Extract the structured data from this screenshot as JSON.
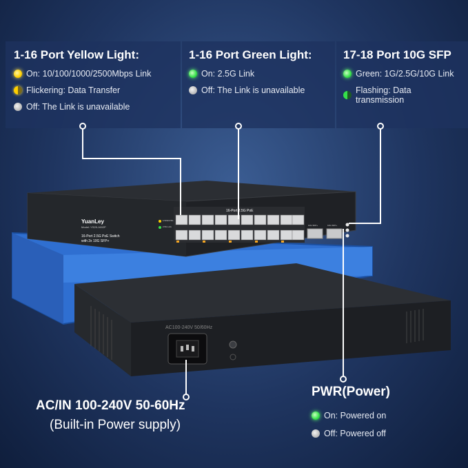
{
  "panels": [
    {
      "title": "1-16 Port Yellow Light:",
      "items": [
        {
          "dot": "yellow",
          "text": "On: 10/100/1000/2500Mbps Link"
        },
        {
          "dot": "half-yellow",
          "text": "Flickering: Data Transfer"
        },
        {
          "dot": "grey",
          "text": "Off: The Link is unavailable"
        }
      ]
    },
    {
      "title": "1-16 Port Green Light:",
      "items": [
        {
          "dot": "green",
          "text": "On: 2.5G Link"
        },
        {
          "dot": "grey",
          "text": "Off: The Link is unavailable"
        }
      ]
    },
    {
      "title": "17-18 Port 10G SFP",
      "items": [
        {
          "dot": "green",
          "text": "Green: 1G/2.5G/10G Link"
        },
        {
          "dot": "half-green",
          "text": "Flashing: Data transmission"
        }
      ]
    }
  ],
  "device": {
    "brand": "YuanLey",
    "model": "Model: YS25-1602P",
    "description_line1": "16-Port 2.5G PoE Switch",
    "description_line2": "with 2x 10G SFP+",
    "port_header": "16-Port 2.5G PoE",
    "sfp_label_1": "10G SFP+",
    "sfp_label_2": "10G SFP+",
    "rear_power_label": "AC100-240V 50/60Hz",
    "led_labels": [
      "1/10G/2.5G",
      "2.5G Link"
    ]
  },
  "power_in": {
    "line1": "AC/IN 100-240V 50-60Hz",
    "line2": "(Built-in Power supply)"
  },
  "pwr": {
    "title": "PWR(Power)",
    "items": [
      {
        "dot": "green",
        "text": "On: Powered on"
      },
      {
        "dot": "grey",
        "text": "Off: Powered off"
      }
    ]
  }
}
